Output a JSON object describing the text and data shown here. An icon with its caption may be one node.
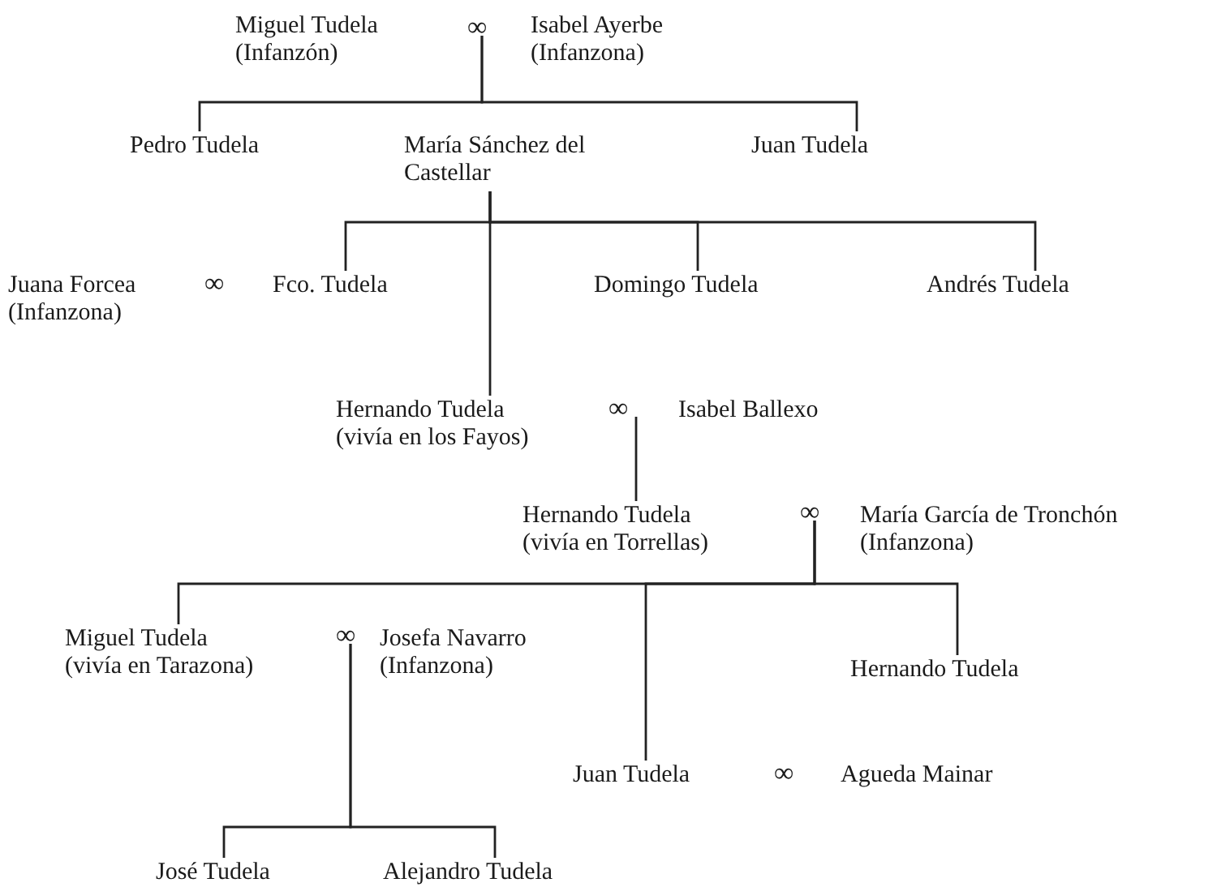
{
  "diagram": {
    "nodes": [
      {
        "text": [
          "Miguel Tudela",
          "(Infanzón)"
        ]
      },
      {
        "text": [
          "∞"
        ]
      },
      {
        "text": [
          "Isabel Ayerbe",
          "(Infanzona)"
        ]
      },
      {
        "text": [
          "Pedro Tudela"
        ]
      },
      {
        "text": [
          "María Sánchez del Castellar"
        ]
      },
      {
        "text": [
          "Juan Tudela"
        ]
      },
      {
        "text": [
          "Juana Forcea",
          "(Infanzona)"
        ]
      },
      {
        "text": [
          "∞"
        ]
      },
      {
        "text": [
          "Fco. Tudela"
        ]
      },
      {
        "text": [
          "Domingo Tudela"
        ]
      },
      {
        "text": [
          "Andrés Tudela"
        ]
      },
      {
        "text": [
          "Hernando Tudela",
          "(vivía en los Fayos)"
        ]
      },
      {
        "text": [
          "∞"
        ]
      },
      {
        "text": [
          "Isabel Ballexo"
        ]
      },
      {
        "text": [
          "Hernando Tudela",
          "(vivía en Torrellas)"
        ]
      },
      {
        "text": [
          "∞"
        ]
      },
      {
        "text": [
          "María García de Tronchón",
          "(Infanzona)"
        ]
      },
      {
        "text": [
          "Miguel Tudela",
          "(vivía en Tarazona)"
        ]
      },
      {
        "text": [
          "∞"
        ]
      },
      {
        "text": [
          "Josefa Navarro",
          "(Infanzona)"
        ]
      },
      {
        "text": [
          "Hernando Tudela"
        ]
      },
      {
        "text": [
          "Juan Tudela"
        ]
      },
      {
        "text": [
          "∞"
        ]
      },
      {
        "text": [
          "Agueda Mainar"
        ]
      },
      {
        "text": [
          "José Tudela"
        ]
      },
      {
        "text": [
          "Alejandro Tudela"
        ]
      }
    ],
    "edges": [
      {
        "from": 1,
        "to": 3,
        "arrow": "none"
      },
      {
        "from": 1,
        "to": 5,
        "arrow": "none"
      },
      {
        "from": 4,
        "to": 8,
        "arrow": "none"
      },
      {
        "from": 4,
        "to": 11,
        "arrow": "none"
      },
      {
        "from": 4,
        "to": 9,
        "arrow": "none"
      },
      {
        "from": 4,
        "to": 10,
        "arrow": "none"
      },
      {
        "from": 12,
        "to": 14,
        "arrow": "none"
      },
      {
        "from": 15,
        "to": 17,
        "arrow": "none"
      },
      {
        "from": 15,
        "to": 21,
        "arrow": "none"
      },
      {
        "from": 15,
        "to": 20,
        "arrow": "none"
      },
      {
        "from": 18,
        "to": 24,
        "arrow": "none"
      },
      {
        "from": 18,
        "to": 25,
        "arrow": "none"
      }
    ]
  }
}
